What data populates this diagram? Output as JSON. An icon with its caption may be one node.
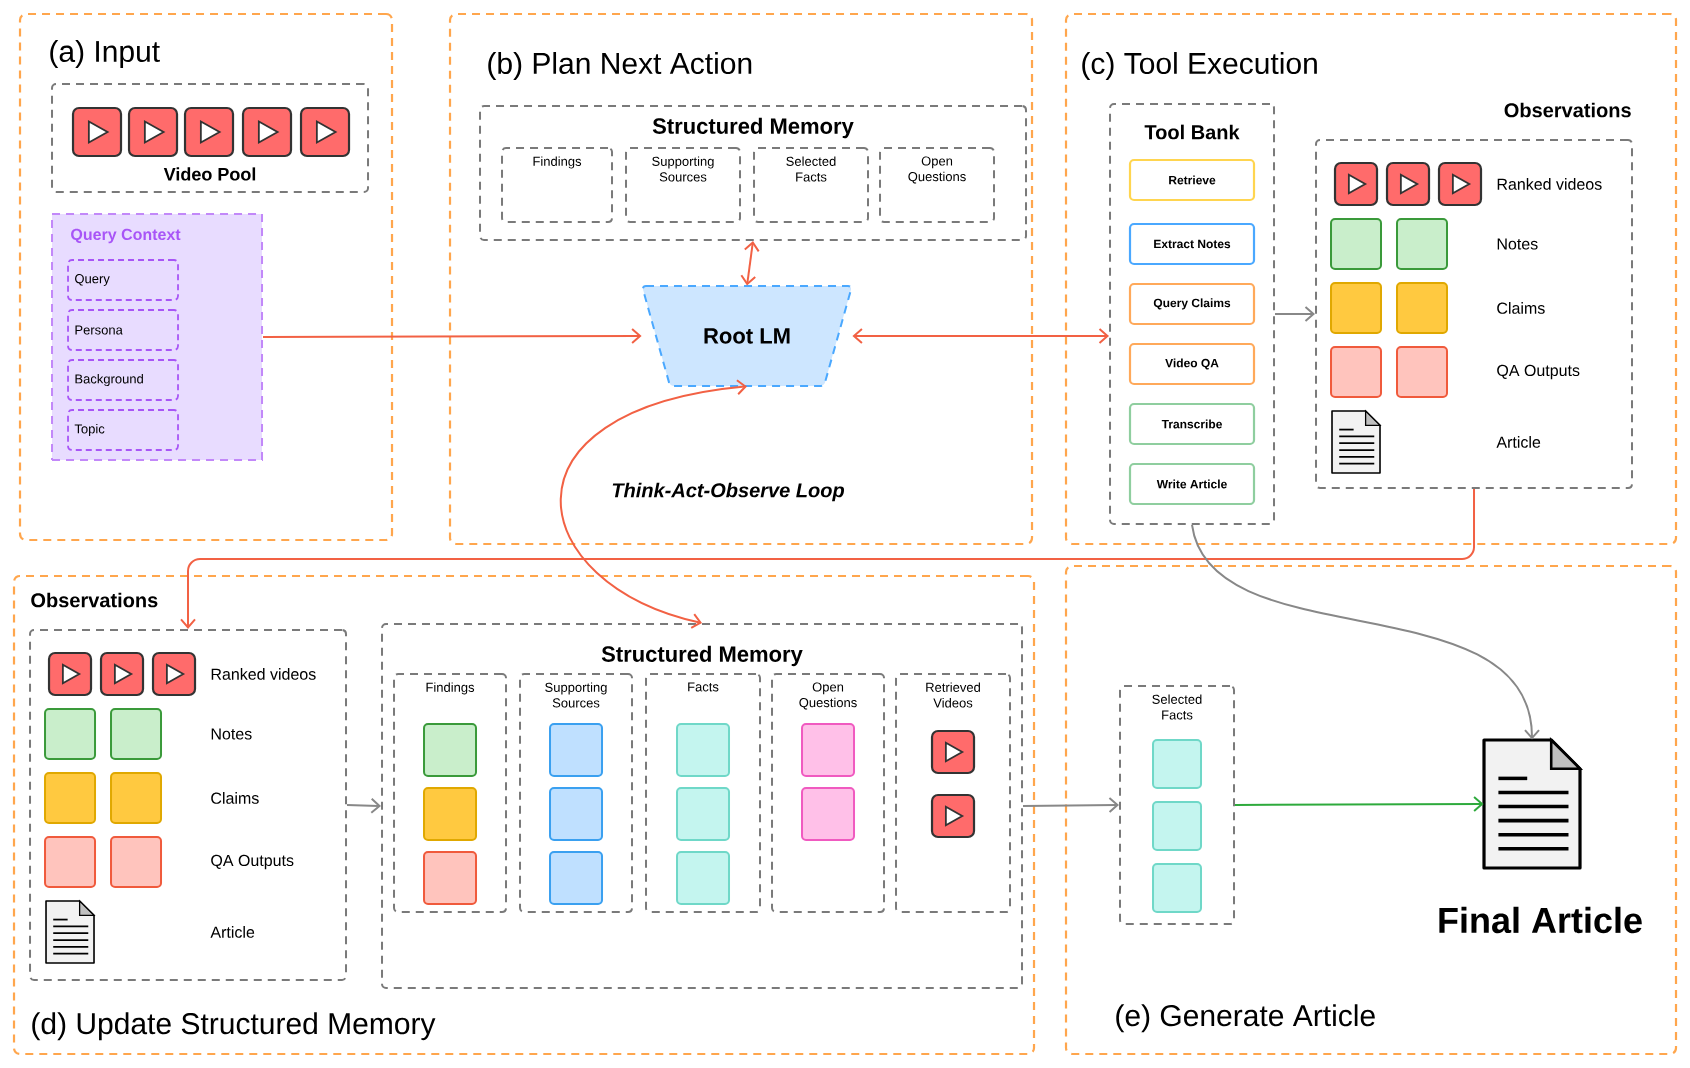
{
  "diagram": {
    "nodes": [
      {
        "text": [
          "(a) Input"
        ]
      },
      {
        "text": [
          "Video Pool"
        ],
        "in": 0
      },
      {
        "text": [
          "Query Context"
        ],
        "in": 0
      },
      {
        "text": [
          "Query"
        ],
        "in": 2
      },
      {
        "text": [
          "Persona"
        ],
        "in": 2
      },
      {
        "text": [
          "Background"
        ],
        "in": 2
      },
      {
        "text": [
          "Topic"
        ],
        "in": 2
      },
      {
        "text": [
          "(b) Plan Next Action"
        ]
      },
      {
        "text": [
          "Structured Memory"
        ],
        "in": 7
      },
      {
        "text": [
          "Findings"
        ],
        "in": 8
      },
      {
        "text": [
          "Supporting Sources"
        ],
        "in": 8
      },
      {
        "text": [
          "Selected Facts"
        ],
        "in": 8
      },
      {
        "text": [
          "Open Questions"
        ],
        "in": 8
      },
      {
        "text": [
          "Root LM"
        ],
        "in": 7
      },
      {
        "text": [
          "(c) Tool Execution"
        ]
      },
      {
        "text": [
          "Tool Bank"
        ],
        "in": 14
      },
      {
        "text": [
          "Retrieve"
        ],
        "in": 15
      },
      {
        "text": [
          "Extract Notes"
        ],
        "in": 15
      },
      {
        "text": [
          "Query Claims"
        ],
        "in": 15
      },
      {
        "text": [
          "Video QA"
        ],
        "in": 15
      },
      {
        "text": [
          "Transcribe"
        ],
        "in": 15
      },
      {
        "text": [
          "Write Article"
        ],
        "in": 15
      },
      {
        "text": [
          "Observations",
          "Ranked videos",
          "Notes",
          "Claims",
          "QA Outputs",
          "Article"
        ],
        "in": 14
      },
      {
        "text": [
          "(d) Update Structured Memory"
        ]
      },
      {
        "text": [
          "Observations",
          "Ranked videos",
          "Notes",
          "Claims",
          "QA Outputs",
          "Article"
        ],
        "in": 23
      },
      {
        "text": [
          "Structured Memory"
        ],
        "in": 23
      },
      {
        "text": [
          "Findings"
        ],
        "in": 25
      },
      {
        "text": [
          "Supporting Sources"
        ],
        "in": 25
      },
      {
        "text": [
          "Facts"
        ],
        "in": 25
      },
      {
        "text": [
          "Open Questions"
        ],
        "in": 25
      },
      {
        "text": [
          "Retrieved Videos"
        ],
        "in": 25
      },
      {
        "text": [
          "(e) Generate Article"
        ]
      },
      {
        "text": [
          "Selected Facts"
        ],
        "in": 31
      },
      {
        "text": [
          "Final Article"
        ],
        "in": 31
      }
    ],
    "edges": [
      {
        "from": 2,
        "to": 13,
        "arrow": "to"
      },
      {
        "from": 8,
        "to": 13,
        "arrow": "both"
      },
      {
        "from": 13,
        "to": 15,
        "arrow": "both"
      },
      {
        "from": 15,
        "to": 22,
        "arrow": "to",
        "color": "#888888"
      },
      {
        "from": 22,
        "to": 24,
        "arrow": "to"
      },
      {
        "from": 25,
        "to": 13,
        "arrow": "both"
      },
      {
        "from": 24,
        "to": 25,
        "arrow": "to",
        "color": "#888888"
      },
      {
        "from": 25,
        "to": 32,
        "arrow": "to",
        "color": "#888888"
      },
      {
        "from": 32,
        "to": 33,
        "arrow": "to",
        "color": "#2eaa3c"
      },
      {
        "from": 15,
        "to": 33,
        "arrow": "to",
        "color": "#888888"
      }
    ],
    "labels": [
      "Think-Act-Observe Loop"
    ]
  }
}
